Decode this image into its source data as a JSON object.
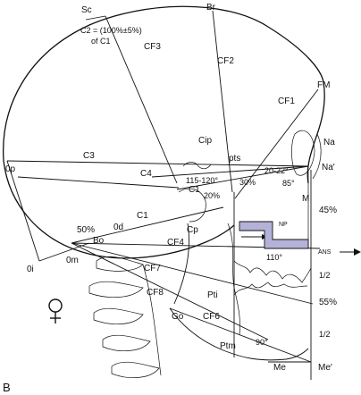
{
  "figure_letter": "B",
  "annotation_c2": "C2 = (100%±5%)",
  "annotation_c2_sub": "of C1",
  "labels": {
    "sc": "Sc",
    "br": "Br",
    "fm": "FM",
    "na": "Na",
    "na_prime": "Na′",
    "op": "0p",
    "oi": "0i",
    "om": "0m",
    "bo": "Bo",
    "od": "0d",
    "cip": "Cip",
    "pts": "pts",
    "cp": "Cp",
    "pti": "Pti",
    "go": "Go",
    "ptm": "Ptm",
    "me": "Me",
    "me_prime": "Me′",
    "m": "M",
    "np": "NP",
    "ans": "ANS",
    "c1_upper": "C1",
    "c1_lower": "C1",
    "c3": "C3",
    "c4": "C4",
    "cf1": "CF1",
    "cf2": "CF2",
    "cf3": "CF3",
    "cf4": "CF4",
    "cf6": "CF6",
    "cf7": "CF7",
    "cf8": "CF8"
  },
  "values": {
    "angle_115_120": "115-120°",
    "angle_20_22": "20-22°",
    "angle_30": "30%",
    "angle_20": "20%",
    "angle_85": "85°",
    "angle_110": "110°",
    "angle_90": "90°",
    "pct_50": "50%",
    "pct_45": "45%",
    "pct_55": "55%",
    "half_top": "1/2",
    "half_bottom": "1/2"
  },
  "colors": {
    "ink": "#111111",
    "highlight": "#b4b2d8"
  },
  "symbol": "female-symbol"
}
